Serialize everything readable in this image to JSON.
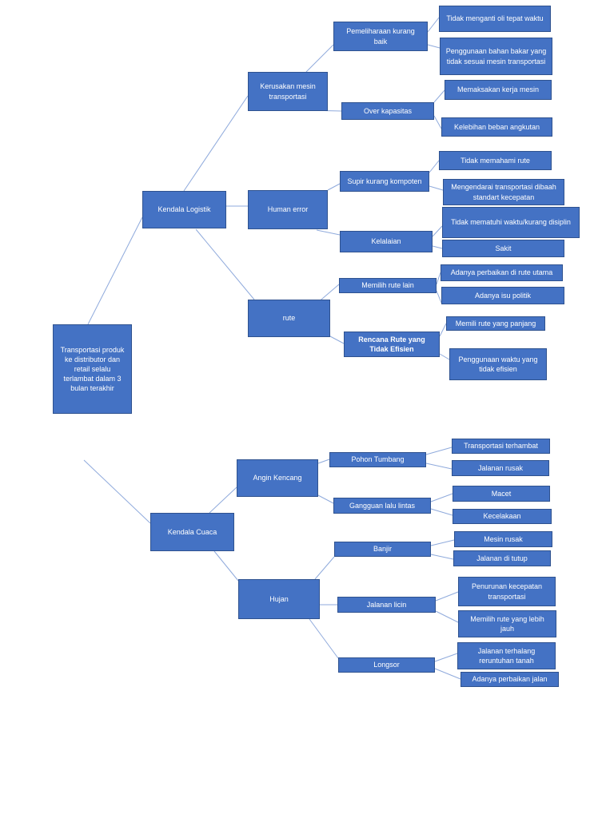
{
  "colors": {
    "box_fill": "#4472c4",
    "box_border": "#2f528f",
    "connector": "#8faadc",
    "text": "#ffffff"
  },
  "nodes": {
    "root": "Transportasi produk ke distributor dan retail selalu terlambat dalam 3 bulan terakhir",
    "logistik": "Kendala Logistik",
    "kerusakan": "Kerusakan mesin transportasi",
    "pemeliharaan": "Pemeliharaan  kurang baik",
    "oli": "Tidak menganti oli tepat waktu",
    "bahan_bakar": "Penggunaan bahan bakar yang tidak sesuai mesin transportasi",
    "over": "Over kapasitas",
    "memaksakan": "Memaksakan kerja mesin",
    "kelebihan": "Kelebihan beban angkutan",
    "human": "Human error",
    "supir": "Supir kurang kompoten",
    "tidak_paham": "Tidak memahami rute",
    "dibawah": "Mengendarai transportasi dibaah standart kecepatan",
    "kelalaian": "Kelalaian",
    "disiplin": "Tidak mematuhi  waktu/kurang disiplin",
    "sakit": "Sakit",
    "rute": "rute",
    "rute_lain": "Memilih rute lain",
    "perbaikan_utama": "Adanya perbaikan di rute utama",
    "politik": "Adanya isu politik",
    "rencana": "Rencana Rute yang Tidak Efisien",
    "panjang": "Memili rute yang panjang",
    "waktu": "Penggunaan waktu yang tidak efisien",
    "cuaca": "Kendala Cuaca",
    "angin": "Angin Kencang",
    "pohon": "Pohon Tumbang",
    "terhambat": "Transportasi terhambat",
    "rusak": "Jalanan rusak",
    "gangguan": "Gangguan lalu lintas",
    "macet": "Macet",
    "kecelakaan": "Kecelakaan",
    "hujan": "Hujan",
    "banjir": "Banjir",
    "mesin_rusak": "Mesin rusak",
    "ditutup": "Jalanan di tutup",
    "licin": "Jalanan licin",
    "penurunan": "Penurunan kecepatan transportasi",
    "lebih_jauh": "Memilih rute yang lebih jauh",
    "longsor": "Longsor",
    "terhalang": "Jalanan terhalang reruntuhan tanah",
    "perbaikan_jalan": "Adanya perbaikan jalan"
  }
}
